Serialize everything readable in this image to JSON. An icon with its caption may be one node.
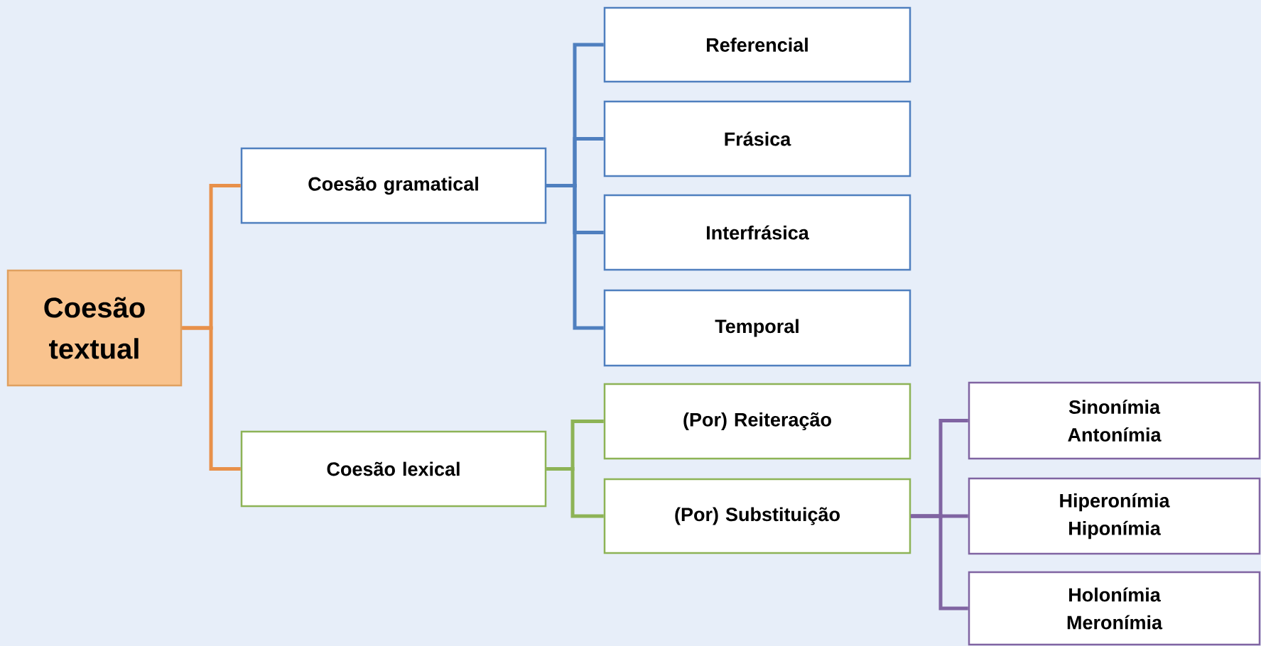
{
  "diagram": {
    "nodes": [
      {
        "text": [
          "Coesão textual"
        ]
      },
      {
        "text": [
          "Coesão gramatical"
        ]
      },
      {
        "text": [
          "Referencial"
        ]
      },
      {
        "text": [
          "Frásica"
        ]
      },
      {
        "text": [
          "Interfrásica"
        ]
      },
      {
        "text": [
          "Temporal"
        ]
      },
      {
        "text": [
          "Coesão lexical"
        ]
      },
      {
        "text": [
          "(Por) Reiteração"
        ]
      },
      {
        "text": [
          "(Por) Substituição"
        ]
      },
      {
        "text": [
          "Sinonímia",
          "Antonímia"
        ]
      },
      {
        "text": [
          "Hiperonímia",
          "Hiponímia"
        ]
      },
      {
        "text": [
          "Holonímia",
          "Meronímia"
        ]
      }
    ],
    "edges": [
      {
        "from": 0,
        "to": 1,
        "arrow": "none",
        "color": "#e8904a"
      },
      {
        "from": 0,
        "to": 6,
        "arrow": "none",
        "color": "#e8904a"
      },
      {
        "from": 1,
        "to": 2,
        "arrow": "none",
        "color": "#4f7fbf"
      },
      {
        "from": 1,
        "to": 3,
        "arrow": "none",
        "color": "#4f7fbf"
      },
      {
        "from": 1,
        "to": 4,
        "arrow": "none",
        "color": "#4f7fbf"
      },
      {
        "from": 1,
        "to": 5,
        "arrow": "none",
        "color": "#4f7fbf"
      },
      {
        "from": 6,
        "to": 7,
        "arrow": "none",
        "color": "#8db356"
      },
      {
        "from": 6,
        "to": 8,
        "arrow": "none",
        "color": "#8db356"
      },
      {
        "from": 8,
        "to": 9,
        "arrow": "none",
        "color": "#8064a2"
      },
      {
        "from": 8,
        "to": 10,
        "arrow": "none",
        "color": "#8064a2"
      },
      {
        "from": 8,
        "to": 11,
        "arrow": "none",
        "color": "#8064a2"
      }
    ]
  }
}
